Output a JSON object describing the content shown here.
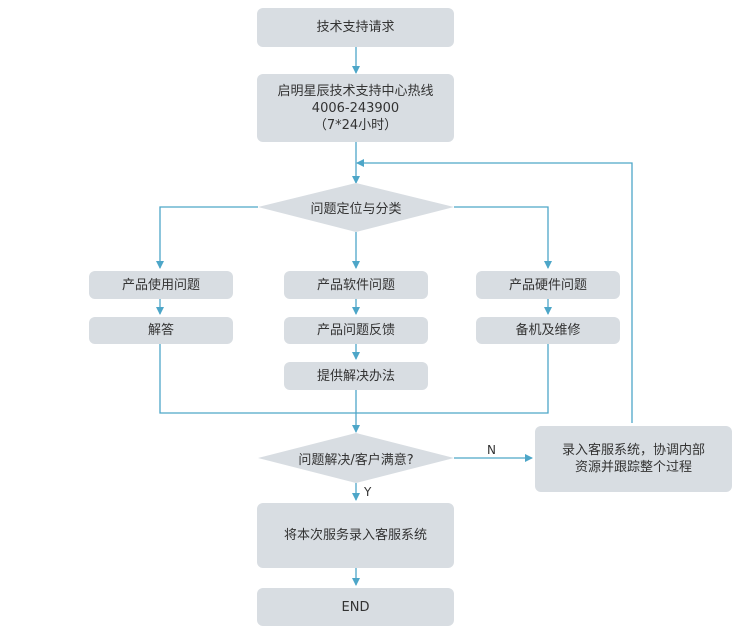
{
  "colors": {
    "node_fill": "#d8dde2",
    "connector": "#4da6c8",
    "text": "#333333"
  },
  "nodes": {
    "request": "技术支持请求",
    "hotline": {
      "line1": "启明星辰技术支持中心热线",
      "line2": "4006-243900",
      "line3": "（7*24小时）"
    },
    "classify": "问题定位与分类",
    "usage_issue": "产品使用问题",
    "answer": "解答",
    "software_issue": "产品软件问题",
    "feedback": "产品问题反馈",
    "solution": "提供解决办法",
    "hardware_issue": "产品硬件问题",
    "replace_repair": "备机及维修",
    "resolved_check": "问题解决/客户满意?",
    "track": {
      "line1": "录入客服系统，协调内部",
      "line2": "资源并跟踪整个过程"
    },
    "record": "将本次服务录入客服系统",
    "end": "END"
  },
  "edge_labels": {
    "no": "N",
    "yes": "Y"
  }
}
